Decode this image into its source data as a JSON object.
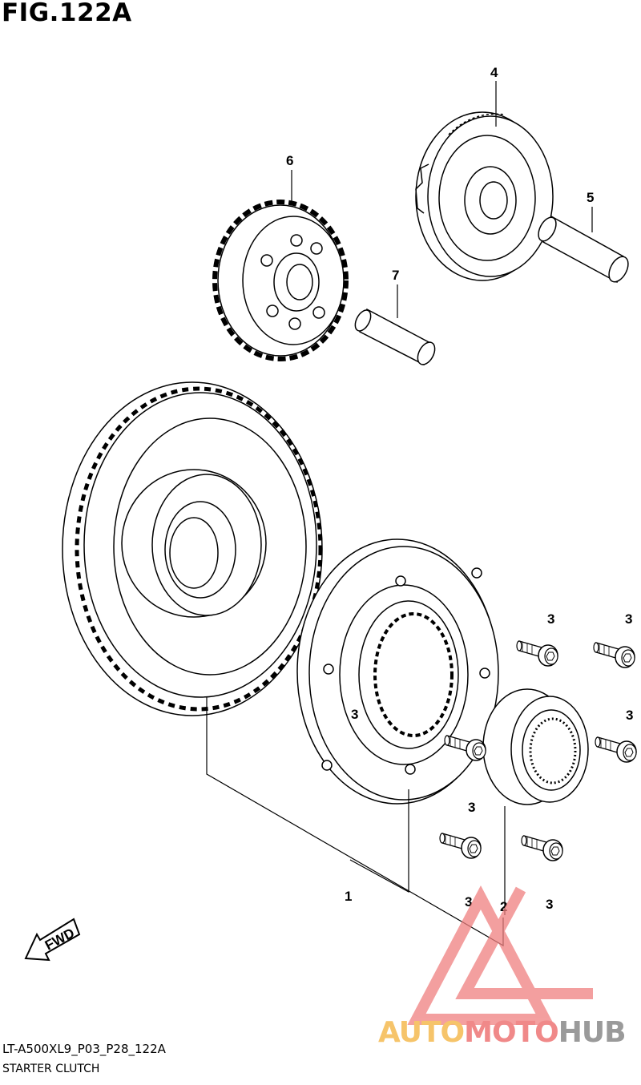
{
  "figure": {
    "title": "FIG.122A",
    "code": "LT-A500XL9_P03_P28_122A",
    "caption": "STARTER CLUTCH"
  },
  "callouts": [
    "1",
    "2",
    "3",
    "4",
    "5",
    "6",
    "7"
  ],
  "fwd_label": "FWD",
  "watermark": {
    "part1": "AUTO",
    "part2": "MOTO",
    "part3": "HUB"
  },
  "colors": {
    "line": "#000000",
    "watermark_triangle": "#f08080",
    "watermark_auto": "#f6c46a",
    "watermark_hub": "#9a9a9a"
  }
}
